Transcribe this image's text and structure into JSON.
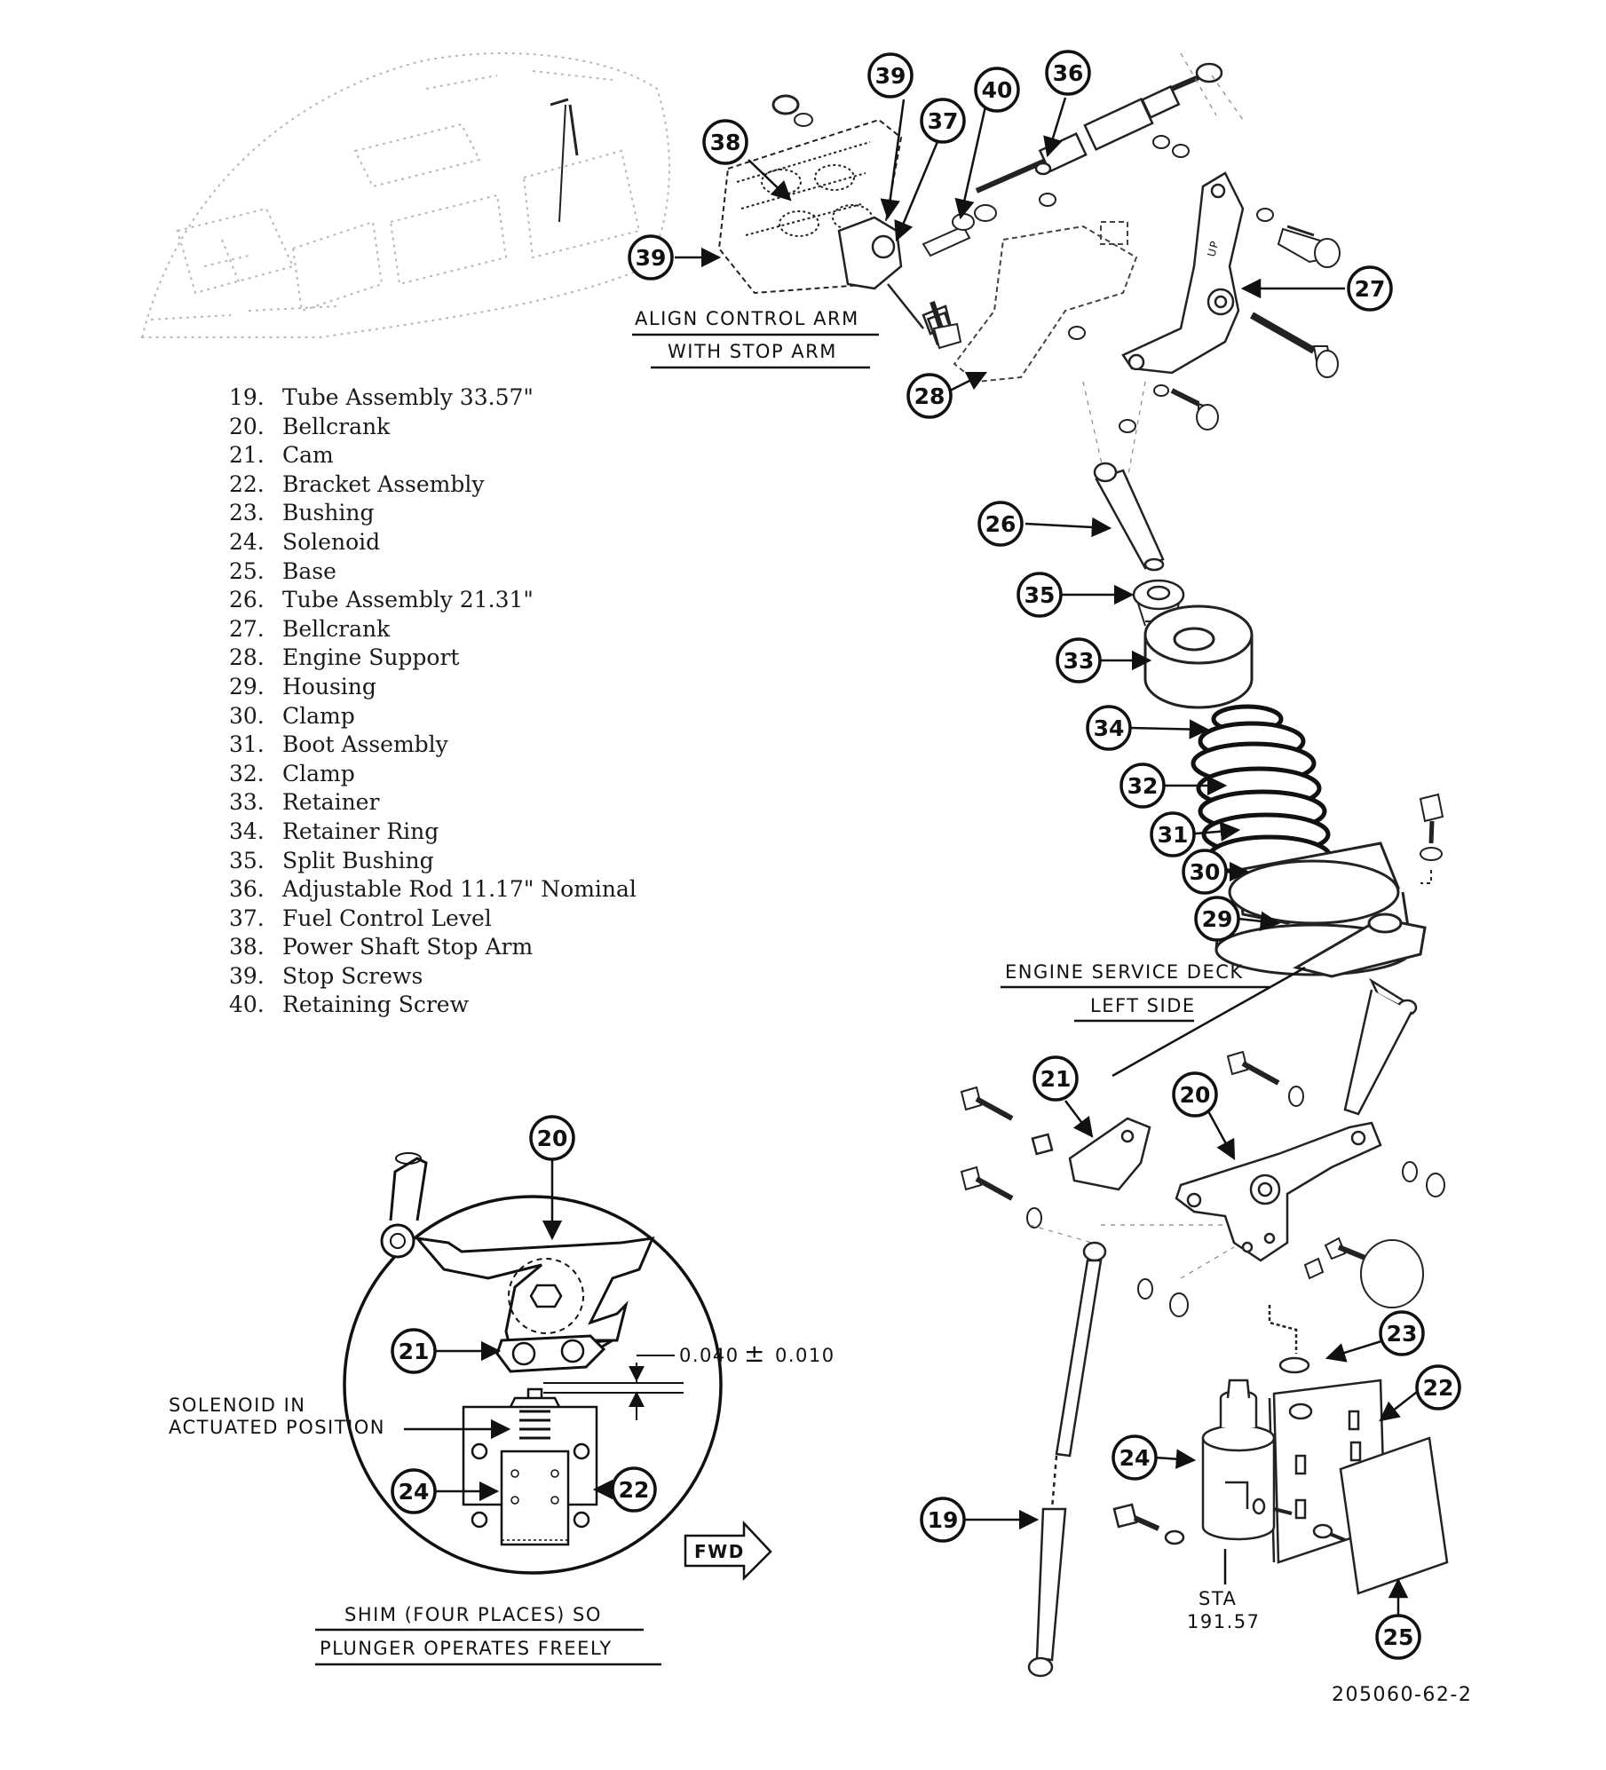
{
  "parts_list": [
    {
      "num": "19.",
      "name": "Tube Assembly 33.57\""
    },
    {
      "num": "20.",
      "name": "Bellcrank"
    },
    {
      "num": "21.",
      "name": "Cam"
    },
    {
      "num": "22.",
      "name": "Bracket Assembly"
    },
    {
      "num": "23.",
      "name": "Bushing"
    },
    {
      "num": "24.",
      "name": "Solenoid"
    },
    {
      "num": "25.",
      "name": "Base"
    },
    {
      "num": "26.",
      "name": "Tube Assembly 21.31\""
    },
    {
      "num": "27.",
      "name": "Bellcrank"
    },
    {
      "num": "28.",
      "name": "Engine Support"
    },
    {
      "num": "29.",
      "name": "Housing"
    },
    {
      "num": "30.",
      "name": "Clamp"
    },
    {
      "num": "31.",
      "name": "Boot Assembly"
    },
    {
      "num": "32.",
      "name": "Clamp"
    },
    {
      "num": "33.",
      "name": "Retainer"
    },
    {
      "num": "34.",
      "name": "Retainer Ring"
    },
    {
      "num": "35.",
      "name": "Split Bushing"
    },
    {
      "num": "36.",
      "name": "Adjustable Rod 11.17\" Nominal"
    },
    {
      "num": "37.",
      "name": "Fuel Control Level"
    },
    {
      "num": "38.",
      "name": "Power Shaft Stop Arm"
    },
    {
      "num": "39.",
      "name": "Stop Screws"
    },
    {
      "num": "40.",
      "name": "Retaining Screw"
    }
  ],
  "notes": {
    "align_line1": "ALIGN CONTROL ARM",
    "align_line2": "WITH STOP ARM",
    "deck_line1": "ENGINE SERVICE DECK",
    "deck_line2": "LEFT SIDE",
    "solenoid_line1": "SOLENOID IN",
    "solenoid_line2": "ACTUATED POSITION",
    "clearance": "0.040",
    "clearance_pm": "±",
    "clearance_tol": "0.010",
    "fwd": "FWD",
    "shim_line1": "SHIM (FOUR PLACES) SO",
    "shim_line2": "PLUNGER OPERATES FREELY",
    "sta_label": "STA",
    "sta_value": "191.57",
    "figure_id": "205060-62-2",
    "up_mark": "UP"
  },
  "callouts": {
    "c39a": "39",
    "c40": "40",
    "c36": "36",
    "c37": "37",
    "c38": "38",
    "c39b": "39",
    "c27": "27",
    "c28": "28",
    "c26": "26",
    "c35": "35",
    "c33": "33",
    "c34": "34",
    "c32": "32",
    "c31": "31",
    "c30": "30",
    "c29": "29",
    "c21": "21",
    "c20": "20",
    "c23": "23",
    "c22": "22",
    "c24": "24",
    "c19": "19",
    "c25": "25",
    "d20": "20",
    "d21": "21",
    "d24": "24",
    "d22": "22"
  }
}
